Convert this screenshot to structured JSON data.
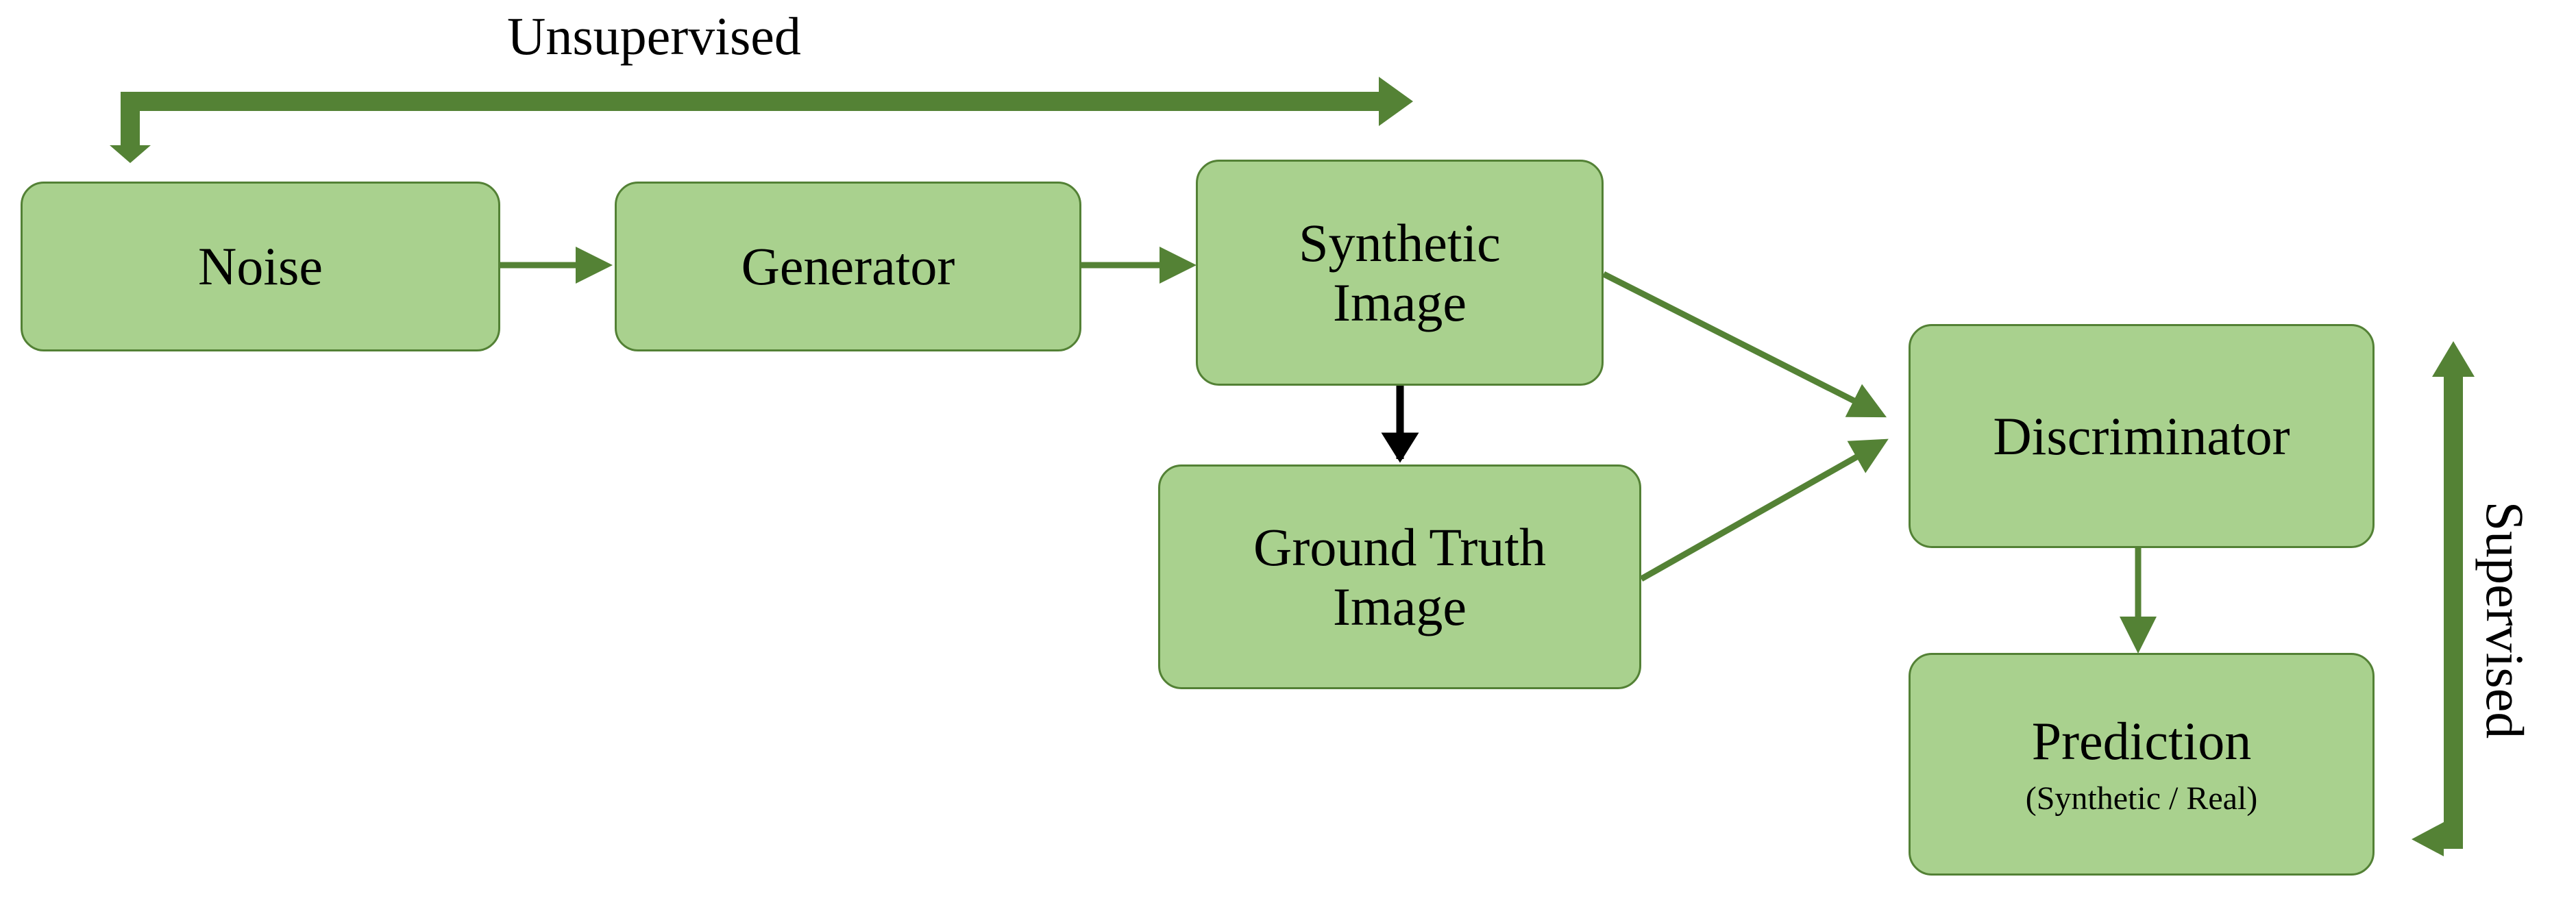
{
  "nodes": {
    "noise": "Noise",
    "generator": "Generator",
    "synthetic_image": "Synthetic\nImage",
    "ground_truth_image": "Ground Truth\nImage",
    "discriminator": "Discriminator",
    "prediction": "Prediction",
    "prediction_sub": "(Synthetic / Real)"
  },
  "labels": {
    "unsupervised": "Unsupervised",
    "supervised": "Supervised"
  },
  "colors": {
    "box_fill": "#a9d18e",
    "box_border": "#538135",
    "arrow": "#548235",
    "black_arrow": "#000000"
  }
}
